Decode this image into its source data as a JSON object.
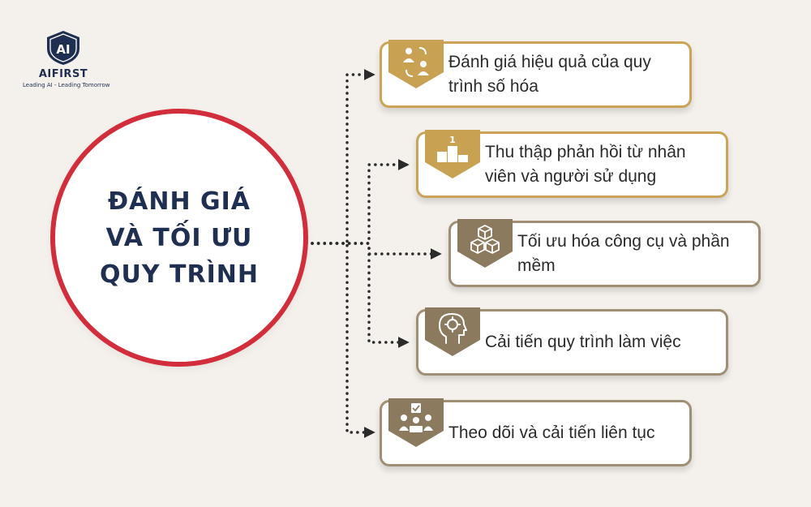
{
  "logo": {
    "mark": "AI",
    "name": "AIFIRST",
    "tagline": "Leading AI - Leading Tomorrow"
  },
  "center": {
    "title": "ĐÁNH GIÁ VÀ TỐI ƯU QUY TRÌNH"
  },
  "items": [
    {
      "label": "Đánh giá hiệu quả của quy trình số hóa",
      "icon": "people-exchange-icon",
      "color": "#c9a152"
    },
    {
      "label": "Thu thập phản hồi từ nhân viên và người sử dụng",
      "icon": "podium-icon",
      "color": "#c9a152"
    },
    {
      "label": "Tối ưu hóa công cụ và phần mềm",
      "icon": "boxes-icon",
      "color": "#8c7a5e"
    },
    {
      "label": "Cải tiến quy trình làm việc",
      "icon": "head-gear-icon",
      "color": "#8c7a5e"
    },
    {
      "label": "Theo dõi và cải tiến liên tục",
      "icon": "team-checklist-icon",
      "color": "#8c7a5e"
    }
  ]
}
